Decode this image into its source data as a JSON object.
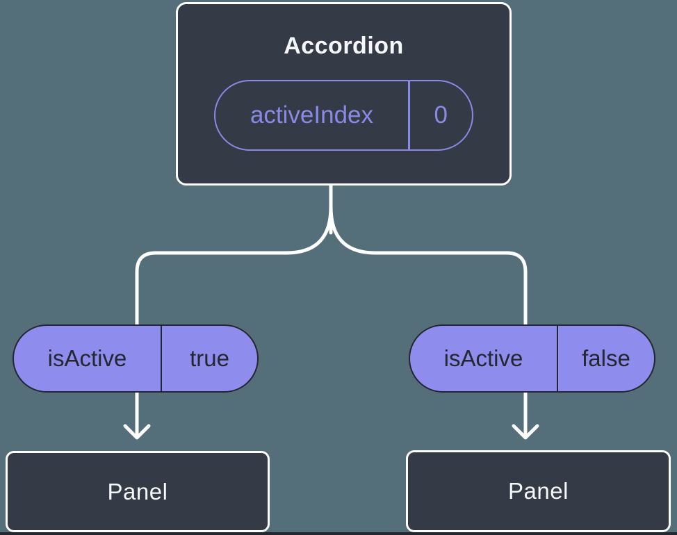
{
  "diagram": {
    "description": "Component tree: Accordion holds state activeIndex, passes isActive prop to two Panels",
    "root": {
      "title": "Accordion",
      "state_pill": {
        "name": "activeIndex",
        "value": "0"
      }
    },
    "children": [
      {
        "prop_pill": {
          "name": "isActive",
          "value": "true"
        },
        "node": {
          "title": "Panel"
        }
      },
      {
        "prop_pill": {
          "name": "isActive",
          "value": "false"
        },
        "node": {
          "title": "Panel"
        }
      }
    ],
    "colors": {
      "background": "#546E7A",
      "card": "#343A46",
      "card_border": "#FFFFFF",
      "card_text": "#F6F7F9",
      "purple_stroke": "#8B89E6",
      "pill_fill": "#8E8CEC",
      "pill_text": "#23272F",
      "connector_line": "#FFFFFF",
      "bottom_strip": "#23272F"
    }
  }
}
